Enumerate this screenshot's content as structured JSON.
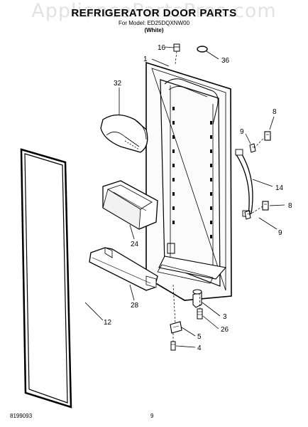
{
  "watermark": "AppliancePartsPros.com",
  "title": "REFRIGERATOR DOOR PARTS",
  "model_line": "For Model: ED25DQXNW00",
  "color": "(White)",
  "document_number": "8199093",
  "page_number": "9",
  "callouts": {
    "c16": "16",
    "c36": "36",
    "c1": "1",
    "c32": "32",
    "c8a": "8",
    "c9a": "9",
    "c14": "14",
    "c8b": "8",
    "c9b": "9",
    "c24": "24",
    "c28": "28",
    "c12": "12",
    "c3": "3",
    "c26": "26",
    "c5": "5",
    "c4": "4"
  }
}
